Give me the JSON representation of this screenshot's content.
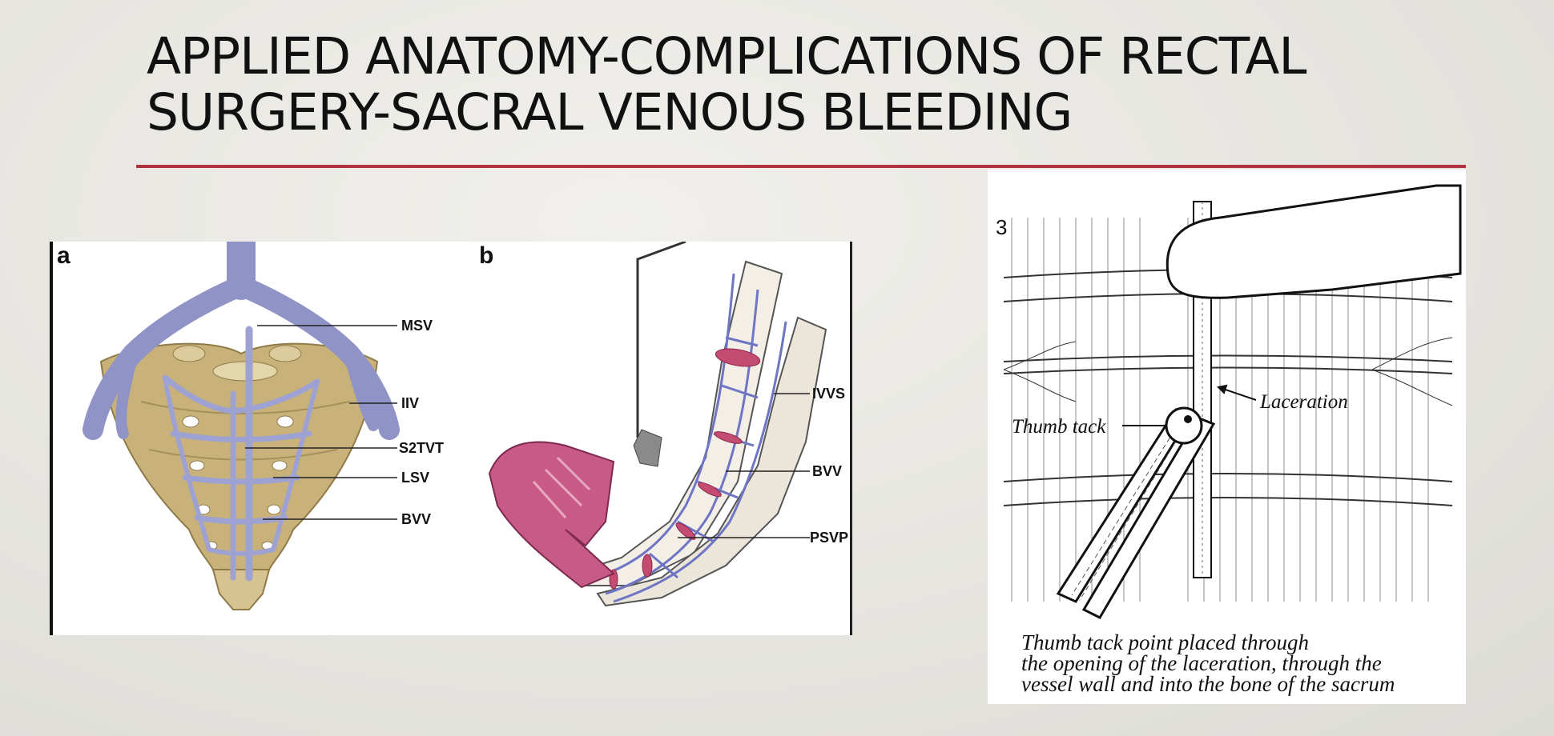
{
  "slide": {
    "title_line1": "APPLIED ANATOMY-COMPLICATIONS OF RECTAL",
    "title_line2": "SURGERY-SACRAL VENOUS BLEEDING",
    "accent_color": "#b3323f"
  },
  "figure_a": {
    "panel_label": "a",
    "labels": [
      "MSV",
      "IIV",
      "S2TVT",
      "LSV",
      "BVV"
    ]
  },
  "figure_b": {
    "panel_label": "b",
    "labels": [
      "IVVS",
      "BVV",
      "PSVP"
    ]
  },
  "figure_3": {
    "panel_label": "3",
    "laceration_label": "Laceration",
    "thumb_tack_label": "Thumb tack",
    "caption_line1": "Thumb tack point placed through",
    "caption_line2": "the opening of the laceration, through the",
    "caption_line3": "vessel wall and into the bone of the sacrum"
  }
}
